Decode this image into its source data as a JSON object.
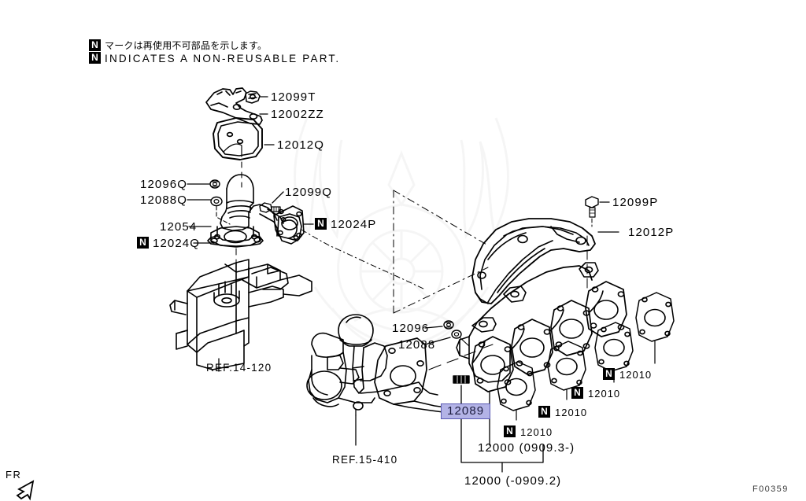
{
  "diagram": {
    "sheet_code": "F00359",
    "orientation_marker": "FR",
    "legend": {
      "japanese": "マークは再使用不可部品を示します。",
      "english": "INDICATES A NON-REUSABLE PART.",
      "badge_letter": "N"
    },
    "selected_part": "12089",
    "colors": {
      "highlight_fill": "#b3b3e6",
      "highlight_border": "#5a5ab4",
      "line": "#000000",
      "background": "#ffffff",
      "watermark": "#cccccc"
    },
    "callouts": [
      {
        "id": "c01",
        "number": "12099T",
        "non_reusable": false
      },
      {
        "id": "c02",
        "number": "12002ZZ",
        "non_reusable": false
      },
      {
        "id": "c03",
        "number": "12012Q",
        "non_reusable": false
      },
      {
        "id": "c04",
        "number": "12096Q",
        "non_reusable": false
      },
      {
        "id": "c05",
        "number": "12088Q",
        "non_reusable": false
      },
      {
        "id": "c06",
        "number": "12099Q",
        "non_reusable": false
      },
      {
        "id": "c07",
        "number": "12054",
        "non_reusable": false
      },
      {
        "id": "c08",
        "number": "12024Q",
        "non_reusable": true
      },
      {
        "id": "c09",
        "number": "12024P",
        "non_reusable": true
      },
      {
        "id": "c10",
        "number": "12099P",
        "non_reusable": false
      },
      {
        "id": "c11",
        "number": "12012P",
        "non_reusable": false
      },
      {
        "id": "c12",
        "number": "12096",
        "non_reusable": false
      },
      {
        "id": "c13",
        "number": "12088",
        "non_reusable": false
      },
      {
        "id": "c14",
        "number": "12010",
        "non_reusable": true
      },
      {
        "id": "c15",
        "number": "12010",
        "non_reusable": true
      },
      {
        "id": "c16",
        "number": "12010",
        "non_reusable": true
      },
      {
        "id": "c17",
        "number": "12010",
        "non_reusable": true
      },
      {
        "id": "c18",
        "number": "12089",
        "non_reusable": false
      },
      {
        "id": "c19",
        "number": "12000 (0909.3-)",
        "non_reusable": false
      },
      {
        "id": "c20",
        "number": "12000 (-0909.2)",
        "non_reusable": false
      }
    ],
    "references": [
      {
        "id": "r1",
        "label": "REF.14-120"
      },
      {
        "id": "r2",
        "label": "REF.15-410"
      }
    ]
  }
}
